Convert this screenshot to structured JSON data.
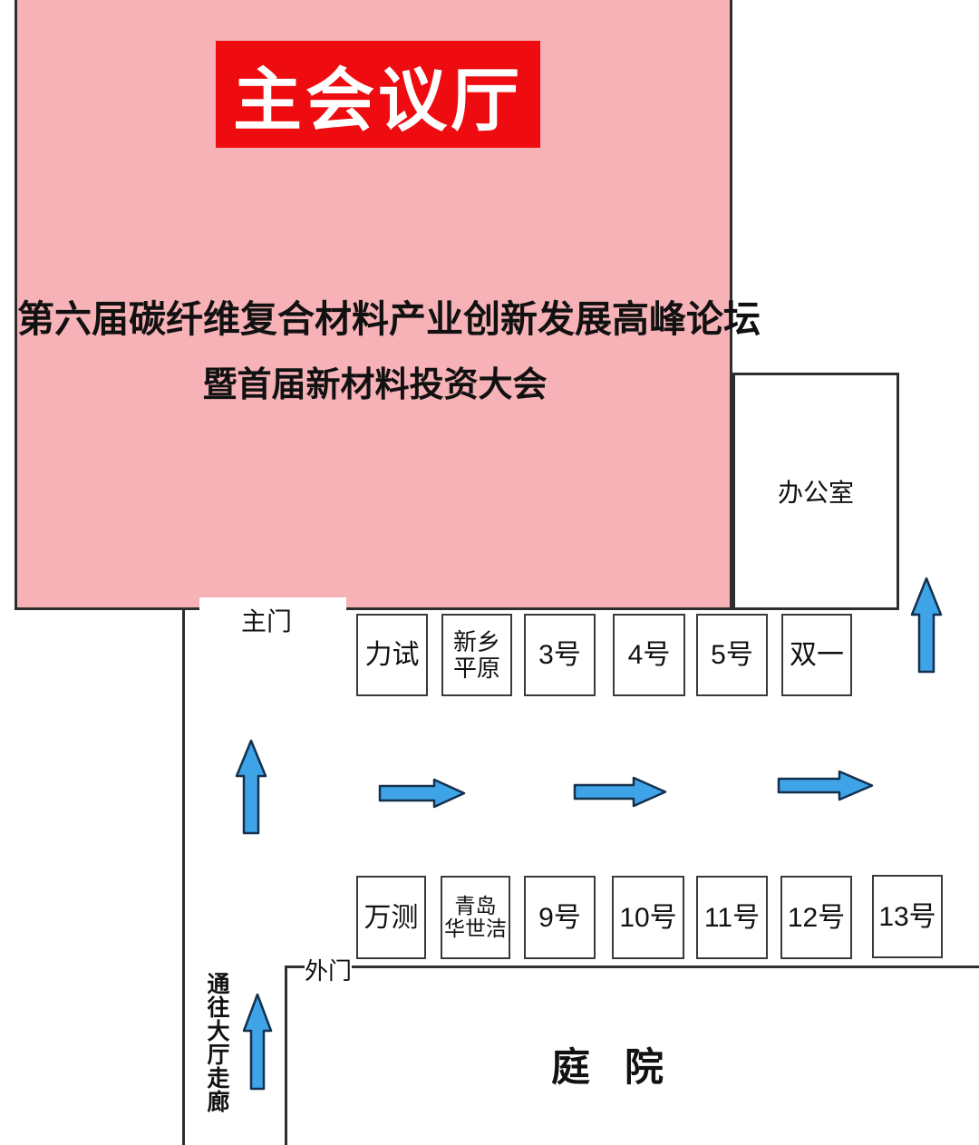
{
  "colors": {
    "pink": "#f6b2b6",
    "red": "#ee0c10",
    "arrow-fill": "#3fa3e8",
    "arrow-stroke": "#13304d",
    "wall": "#2e2e2e",
    "ink": "#111111"
  },
  "hall": {
    "banner": "主会议厅",
    "title_line1": "第六届碳纤维复合材料产业创新发展高峰论坛",
    "title_line2": "暨首届新材料投资大会"
  },
  "rooms": {
    "office": "办公室"
  },
  "doors": {
    "main": "主门",
    "outer": "外门"
  },
  "areas": {
    "courtyard": "庭 院",
    "corridor": "通往大厅走廊"
  },
  "icons": {
    "up_arrow": "up-arrow",
    "right_arrow": "right-arrow"
  },
  "booths": {
    "row1": [
      {
        "line1": "力试"
      },
      {
        "line1": "新乡",
        "line2": "平原"
      },
      {
        "line1": "3号"
      },
      {
        "line1": "4号"
      },
      {
        "line1": "5号"
      },
      {
        "line1": "双一"
      }
    ],
    "row2": [
      {
        "line1": "万测"
      },
      {
        "line1": "青岛",
        "line2": "华世洁"
      },
      {
        "line1": "9号"
      },
      {
        "line1": "10号"
      },
      {
        "line1": "11号"
      },
      {
        "line1": "12号"
      },
      {
        "line1": "13号"
      }
    ]
  }
}
